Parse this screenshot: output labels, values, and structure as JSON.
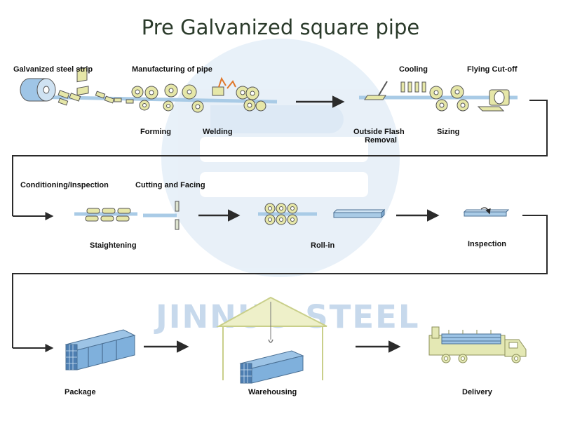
{
  "title": "Pre Galvanized square pipe",
  "watermark": {
    "text": "JINNUO STEEL",
    "color": "#c9dcee"
  },
  "colors": {
    "pipe": "#a9cbe6",
    "machine": "#e6e7a8",
    "flow_line": "#2b2b2b",
    "structure": "#e4e8b4"
  },
  "stages": {
    "galvanized_steel_strip": "Galvanized steel strip",
    "manufacturing_of_pipe": "Manufacturing of pipe",
    "forming": "Forming",
    "welding": "Welding",
    "cooling": "Cooling",
    "flying_cut_off": "Flying  Cut-off",
    "outside_flash_removal_1": "Outside Flash",
    "outside_flash_removal_2": "Removal",
    "sizing": "Sizing",
    "conditioning_inspection": "Conditioning/Inspection",
    "cutting_and_facing": "Cutting and Facing",
    "straightening": "Staightening",
    "roll_in": "Roll-in",
    "inspection": "Inspection",
    "package": "Package",
    "warehousing": "Warehousing",
    "delivery": "Delivery"
  }
}
